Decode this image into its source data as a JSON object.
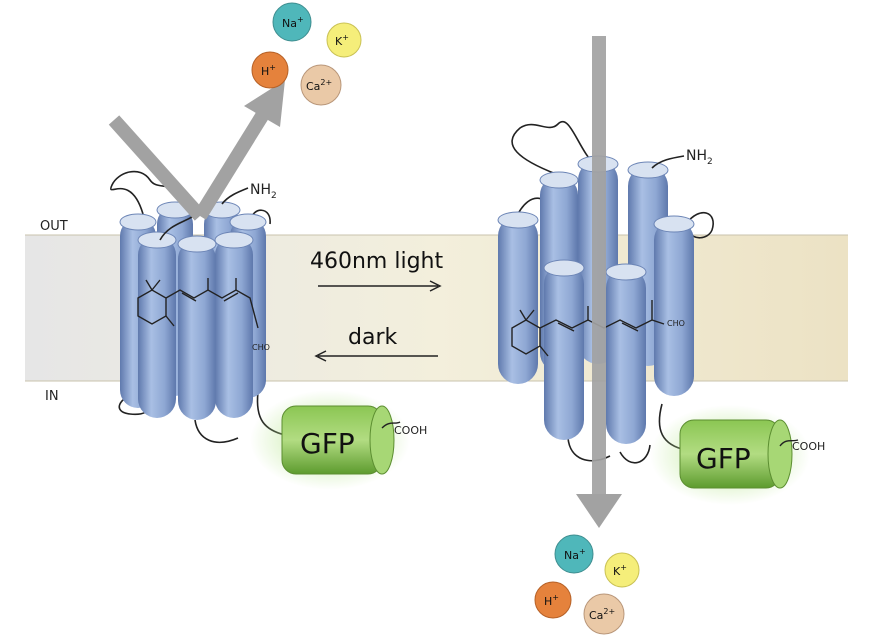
{
  "membrane": {
    "out_label": "OUT",
    "in_label": "IN"
  },
  "transition": {
    "forward_label": "460nm light",
    "reverse_label": "dark"
  },
  "ions": [
    {
      "id": "na",
      "label": "Na",
      "sup": "+",
      "color": "#4fb7ba"
    },
    {
      "id": "k",
      "label": "K",
      "sup": "+",
      "color": "#f5ee7a"
    },
    {
      "id": "h",
      "label": "H",
      "sup": "+",
      "color": "#e5823c"
    },
    {
      "id": "ca",
      "label": "Ca",
      "sup": "2+",
      "color": "#eac9a7"
    }
  ],
  "left_protein": {
    "nh2": "NH",
    "nh2_sub": "2",
    "cho": "CHO",
    "gfp": "GFP",
    "cooh": "COOH"
  },
  "right_protein": {
    "nh2": "NH",
    "nh2_sub": "2",
    "cho": "CHO",
    "gfp": "GFP",
    "cooh": "COOH"
  },
  "colors": {
    "helix": "#8fa9d4",
    "membrane": "#efe9d2",
    "arrow": "#a2a2a2",
    "gfp": "#7cb848"
  }
}
